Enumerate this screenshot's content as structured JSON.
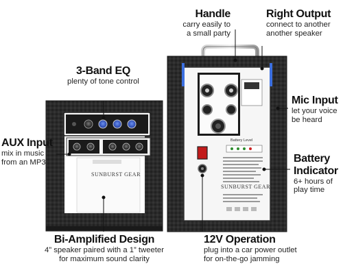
{
  "callouts": {
    "handle": {
      "title": "Handle",
      "lines": [
        "carry easily to",
        "a small party"
      ]
    },
    "right_output": {
      "title": "Right Output",
      "lines": [
        "connect to another",
        "another speaker"
      ]
    },
    "eq": {
      "title": "3-Band EQ",
      "lines": [
        "plenty of tone control"
      ]
    },
    "mic_input": {
      "title": "Mic Input",
      "lines": [
        "let your voice",
        "be heard"
      ]
    },
    "aux_input": {
      "title": "AUX Input",
      "lines": [
        "mix in music",
        "from an MP3"
      ]
    },
    "battery": {
      "title": "Battery Indicator",
      "title_lines": [
        "Battery",
        "Indicator"
      ],
      "lines": [
        "6+ hours of",
        "play time"
      ]
    },
    "bi_amp": {
      "title": "Bi-Amplified Design",
      "lines": [
        "4” speaker paired with a 1” tweeter",
        "for maximum sound clarity"
      ]
    },
    "twelve_v": {
      "title": "12V Operation",
      "lines": [
        "plug into a car power outlet",
        "for on-the-go jamming"
      ]
    }
  },
  "product": {
    "brand_left": "SUNBURST GEAR",
    "brand_right": "SUNBURST GEAR",
    "panel_label": "Battery Level"
  },
  "colors": {
    "cabinet": "#2a2a2a",
    "panel": "#f4f4f4",
    "knob_blue": "#2a5bd7",
    "metal": "#9a9a9a",
    "text": "#111111"
  }
}
